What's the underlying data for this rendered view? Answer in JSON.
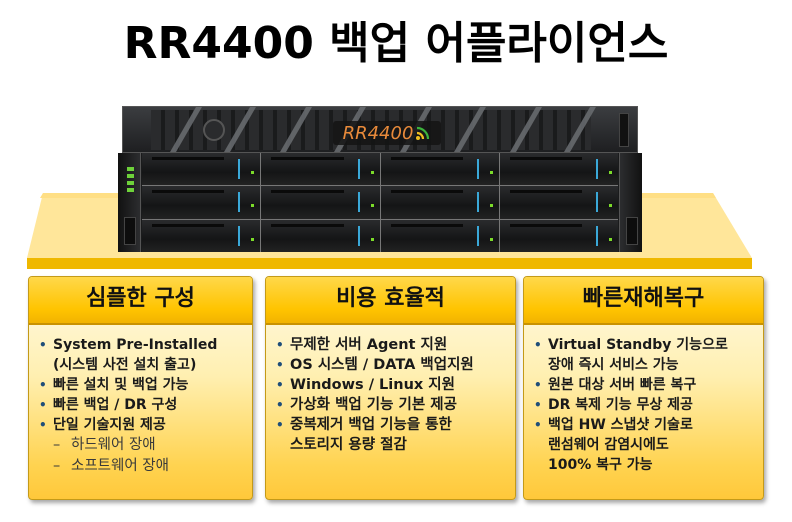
{
  "title": "RR4400 백업 어플라이언스",
  "product": {
    "logo_text": "RR4400",
    "logo_icon": "wifi-signal-icon",
    "colors": {
      "logo_orange": "#e88a3a",
      "signal_green": "#3cb43c",
      "signal_yellow": "#f0c020"
    }
  },
  "colors": {
    "platform_top": "#ffe69a",
    "platform_edge": "#efb800",
    "panel_header": "#ffc400",
    "panel_body_top": "#fffbe8",
    "panel_body_bottom": "#ffc83a",
    "bullet": "#1f4e79"
  },
  "panels": [
    {
      "title": "심플한 구성",
      "items": [
        {
          "text": "System Pre-Installed\n(시스템 사전 설치 출고)",
          "lines": [
            "System Pre-Installed",
            "(시스템 사전 설치 출고)"
          ]
        },
        {
          "lines": [
            "빠른 설치 및 백업 가능"
          ]
        },
        {
          "lines": [
            "빠른 백업 / DR 구성"
          ]
        },
        {
          "lines": [
            "단일 기술지원 제공"
          ],
          "sub": [
            "하드웨어 장애",
            "소프트웨어 장애"
          ]
        }
      ]
    },
    {
      "title": "비용 효율적",
      "items": [
        {
          "lines": [
            "무제한 서버 Agent 지원"
          ]
        },
        {
          "lines": [
            "OS 시스템 / DATA 백업지원"
          ]
        },
        {
          "lines": [
            "Windows / Linux 지원"
          ]
        },
        {
          "lines": [
            "가상화 백업 기능 기본 제공"
          ]
        },
        {
          "lines": [
            "중복제거 백업 기능을 통한",
            "스토리지 용량 절감"
          ]
        }
      ]
    },
    {
      "title": "빠른재해복구",
      "items": [
        {
          "lines": [
            "Virtual Standby 기능으로",
            "장애 즉시 서비스 가능"
          ]
        },
        {
          "lines": [
            "원본 대상 서버 빠른 복구"
          ]
        },
        {
          "lines": [
            "DR 복제 기능 무상 제공"
          ]
        },
        {
          "lines": [
            "백업 HW 스냅샷 기술로",
            "랜섬웨어 감염시에도",
            "100% 복구 가능"
          ]
        }
      ]
    }
  ],
  "symbols": {
    "bullet": "•",
    "dash": "–"
  }
}
